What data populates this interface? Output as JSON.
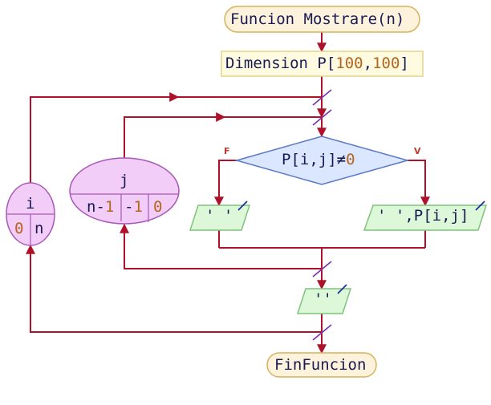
{
  "start": "Funcion Mostrare(n)",
  "dimension": {
    "prefix": "Dimension P[",
    "a": "100",
    "comma": ",",
    "b": "100",
    "suffix": "]"
  },
  "condition": {
    "prefix": "P[i,j]≠",
    "zero": "0"
  },
  "branch_false": {
    "flag": "F",
    "output": "' '"
  },
  "branch_true": {
    "flag": "V",
    "output": "' ',P[i,j]"
  },
  "newline_output": "''",
  "loop_j": {
    "var": "j",
    "from_prefix": "n-",
    "from_num": "1",
    "step_prefix": "-",
    "step_num": "1",
    "to": "0"
  },
  "loop_i": {
    "var": "i",
    "from": "0",
    "to": "n"
  },
  "end": "FinFuncion",
  "colors": {
    "line": "#b0102a",
    "terminal_fill": "#fdf3dc",
    "terminal_stroke": "#d8b25a",
    "process_fill": "#fffbe0",
    "decision_fill": "#dbe7ff",
    "decision_stroke": "#5a78c8",
    "io_fill": "#dcf8d8",
    "io_stroke": "#7fc37a",
    "loop_fill": "#f1cdf7",
    "loop_stroke": "#a857b8",
    "text": "#1a1a55",
    "number": "#b5651d",
    "slash": "#7a2fb0"
  }
}
